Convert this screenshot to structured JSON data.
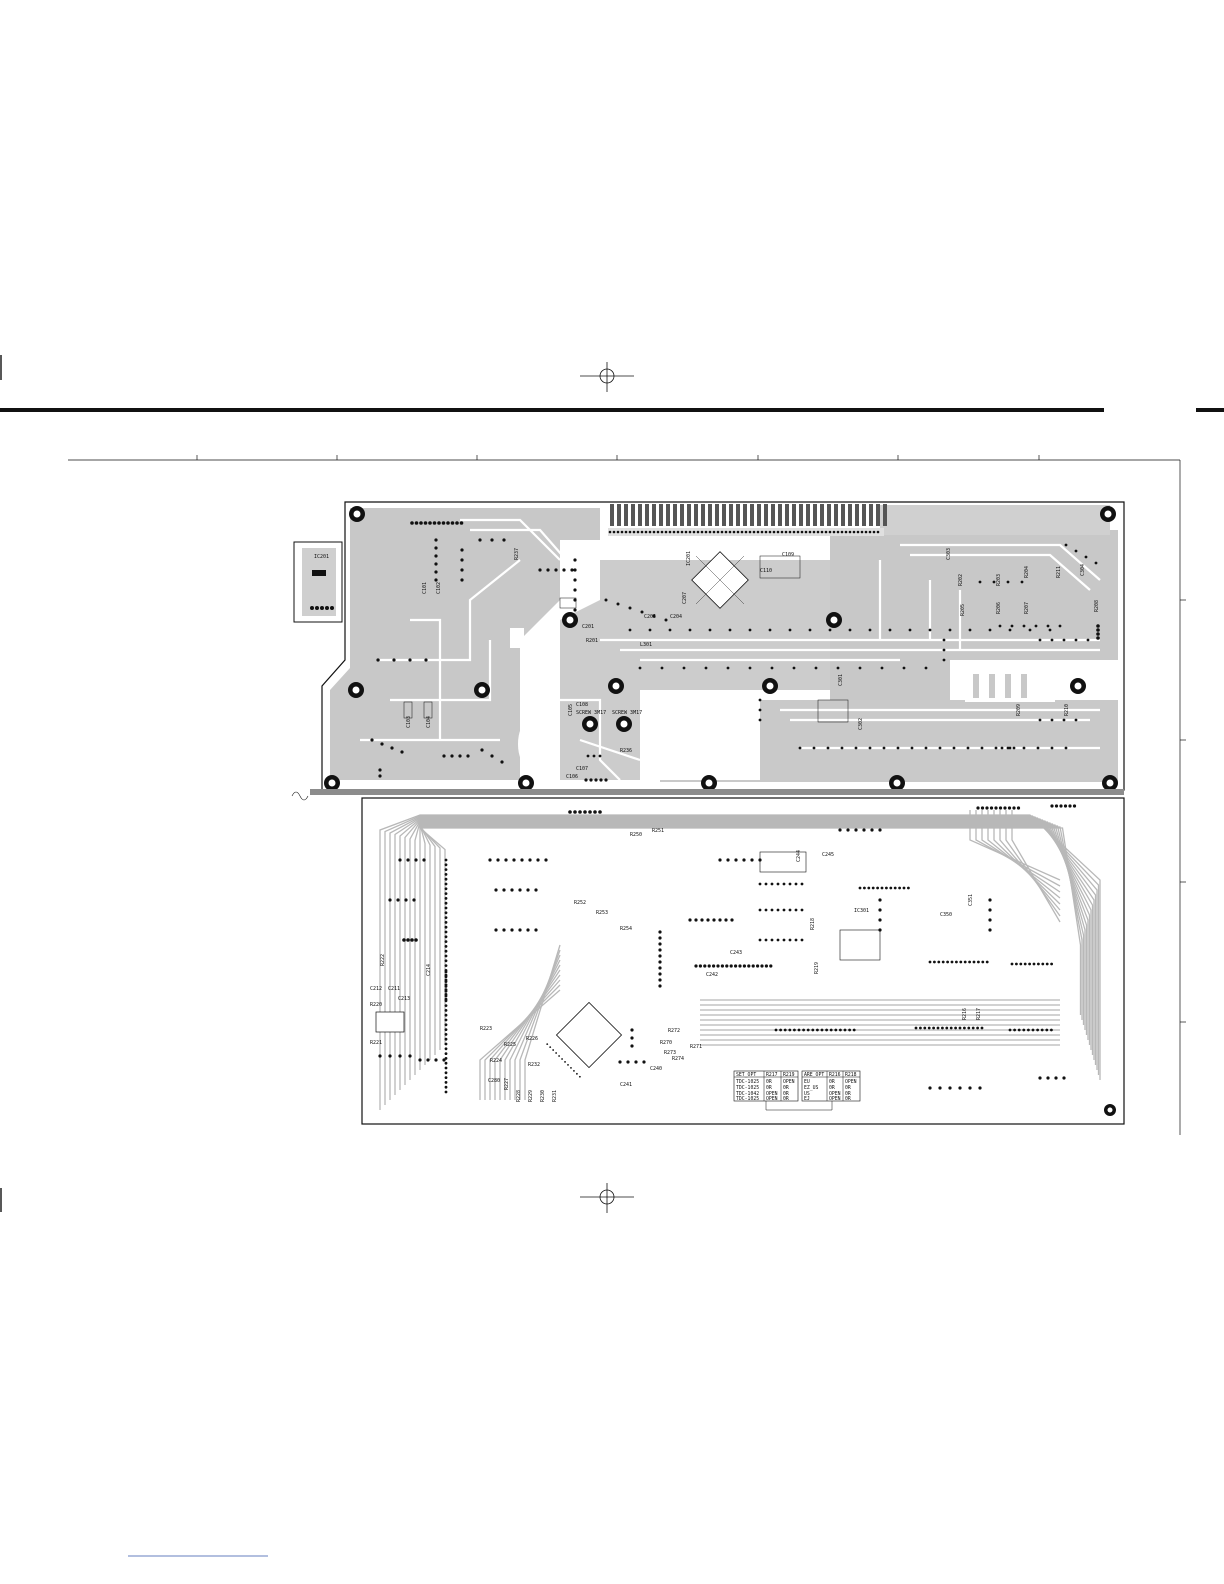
{
  "board": {
    "trace_color": "#bfbfbf",
    "copper_color": "#c8c8c8",
    "outline_color": "#111111",
    "pad_color": "#111111"
  },
  "upper_labels": {
    "ic_label": "IC201",
    "r237": "R237",
    "r236": "R236",
    "r201": "R201",
    "c201": "C201",
    "c205": "C205",
    "c204": "C204",
    "l301": "L301",
    "c207": "C207",
    "r202": "R202",
    "r203": "R203",
    "r204": "R204",
    "r205": "R205",
    "r206": "R206",
    "r207": "R207",
    "r208": "R208",
    "r209": "R209",
    "r210": "R210",
    "r211": "R211",
    "c101": "C101",
    "c102": "C102",
    "c103": "C103",
    "c104": "C104",
    "c105": "C105",
    "c106": "C106",
    "c107": "C107",
    "c108": "C108",
    "c109": "C109",
    "c110": "C110",
    "screw1": "SCREW 3M17",
    "screw2": "SCREW 3M17",
    "c301": "C301",
    "c302": "C302",
    "c303": "C303",
    "c304": "C304"
  },
  "lower_labels": {
    "c212": "C212",
    "r220": "R220",
    "r221": "R221",
    "r222": "R222",
    "c211": "C211",
    "c213": "C213",
    "c214": "C214",
    "r223": "R223",
    "r224": "R224",
    "r225": "R225",
    "r226": "R226",
    "r227": "R227",
    "r228": "R228",
    "r229": "R229",
    "r230": "R230",
    "r231": "R231",
    "r232": "R232",
    "c280": "C280",
    "r270": "R270",
    "r271": "R271",
    "r272": "R272",
    "r273": "R273",
    "r274": "R274",
    "c240": "C240",
    "c241": "C241",
    "c242": "C242",
    "c243": "C243",
    "c244": "C244",
    "r216": "R216",
    "r217": "R217",
    "r218": "R218",
    "r219": "R219",
    "c245": "C245",
    "r250": "R250",
    "r251": "R251",
    "r252": "R252",
    "r253": "R253",
    "r254": "R254",
    "ic301": "IC301",
    "c350": "C350",
    "c351": "C351"
  },
  "table_left": {
    "headers": [
      "SET_OPT",
      "R217",
      "R219"
    ],
    "rows": [
      [
        "TDC-1025",
        "0R",
        "OPEN"
      ],
      [
        "TDC-1025",
        "0R",
        "0R"
      ],
      [
        "TDC-1042",
        "OPEN",
        "0R"
      ],
      [
        "TDC-1025",
        "OPEN",
        "0R"
      ]
    ]
  },
  "table_right": {
    "headers": [
      "ARE_OPT",
      "R216",
      "R218"
    ],
    "rows": [
      [
        "EU",
        "0R",
        "OPEN"
      ],
      [
        "EZ_US",
        "0R",
        "0R"
      ],
      [
        "US",
        "OPEN",
        "0R"
      ],
      [
        "EJ",
        "OPEN",
        "0R"
      ]
    ]
  }
}
